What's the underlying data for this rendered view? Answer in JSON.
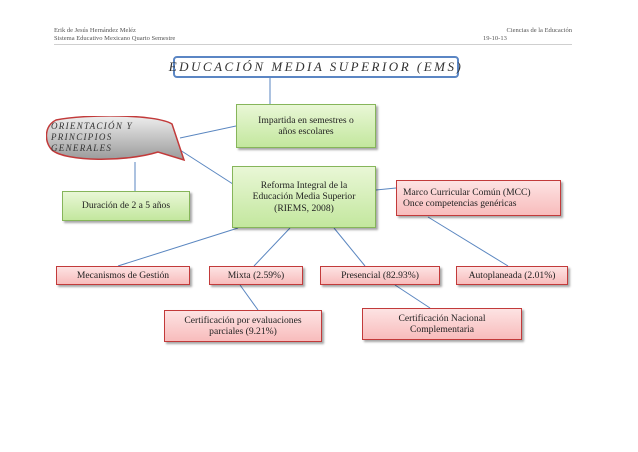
{
  "header": {
    "author": "Erik de Jesús Hernández Meléz",
    "program": "Sistema Educativo Mexicano Quarto Semestre",
    "course": "Ciencias de la Educación",
    "date": "19-10-13"
  },
  "title": "EDUCACIÓN MEDIA SUPERIOR (EMS)",
  "oval": {
    "line1": "ORIENTACIÓN Y",
    "line2": "PRINCIPIOS",
    "line3": "GENERALES"
  },
  "nodes": {
    "impartida": "Impartida en semestres o años escolares",
    "duracion": "Duración de 2 a 5 años",
    "riems": "Reforma Integral de la Educación Media Superior (RIEMS, 2008)",
    "mcc_line1": "Marco Curricular Común (MCC)",
    "mcc_line2": "Once competencias genéricas",
    "gestion": "Mecanismos de Gestión",
    "mixta": "Mixta (2.59%)",
    "presencial": "Presencial (82.93%)",
    "autoplaneada": "Autoplaneada (2.01%)",
    "certificacion_parcial": "Certificación por evaluaciones parciales (9.21%)",
    "certificacion_nacional": "Certificación Nacional Complementaria"
  },
  "colors": {
    "green_fill": "#c3e79e",
    "pink_fill": "#f8bcbc",
    "title_border": "#5b86c4",
    "connector": "#5a86c0"
  }
}
